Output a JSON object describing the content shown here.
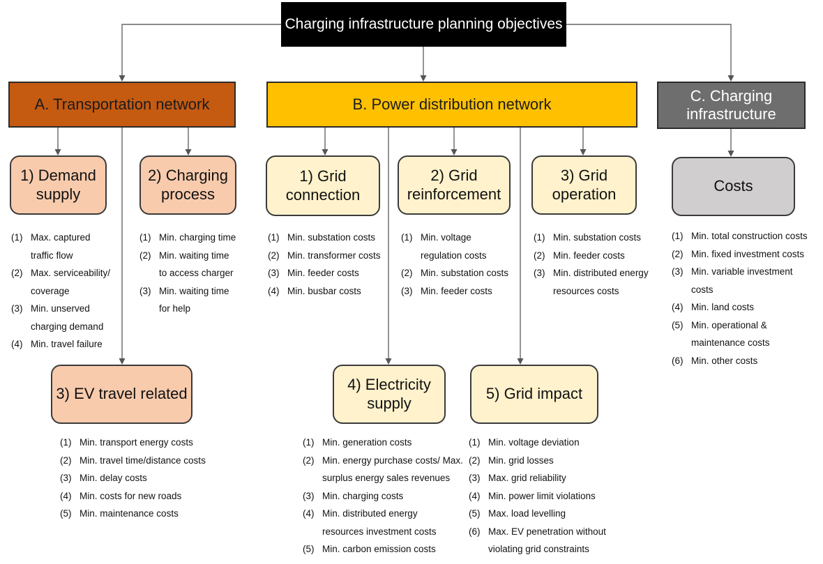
{
  "root": {
    "title": "Charging infrastructure planning objectives"
  },
  "categories": [
    {
      "title": "A. Transportation network",
      "groups": [
        {
          "title": "1) Demand supply",
          "items": [
            {
              "num": "(1)",
              "lines": [
                "Max. captured",
                "traffic flow"
              ]
            },
            {
              "num": "(2)",
              "lines": [
                "Max. serviceability/",
                "coverage"
              ]
            },
            {
              "num": "(3)",
              "lines": [
                "Min. unserved",
                "charging demand"
              ]
            },
            {
              "num": "(4)",
              "lines": [
                "Min. travel failure"
              ]
            }
          ]
        },
        {
          "title": "2) Charging process",
          "items": [
            {
              "num": "(1)",
              "lines": [
                "Min. charging time"
              ]
            },
            {
              "num": "(2)",
              "lines": [
                "Min. waiting time",
                "to access charger"
              ]
            },
            {
              "num": "(3)",
              "lines": [
                "Min. waiting time",
                "for help"
              ]
            }
          ]
        },
        {
          "title": "3) EV travel related",
          "items": [
            {
              "num": "(1)",
              "lines": [
                "Min. transport energy costs"
              ]
            },
            {
              "num": "(2)",
              "lines": [
                "Min. travel time/distance costs"
              ]
            },
            {
              "num": "(3)",
              "lines": [
                "Min. delay costs"
              ]
            },
            {
              "num": "(4)",
              "lines": [
                "Min. costs for new roads"
              ]
            },
            {
              "num": "(5)",
              "lines": [
                "Min. maintenance costs"
              ]
            }
          ]
        }
      ]
    },
    {
      "title": "B. Power distribution network",
      "groups": [
        {
          "title": "1) Grid connection",
          "items": [
            {
              "num": "(1)",
              "lines": [
                "Min. substation costs"
              ]
            },
            {
              "num": "(2)",
              "lines": [
                "Min. transformer costs"
              ]
            },
            {
              "num": "(3)",
              "lines": [
                "Min. feeder  costs"
              ]
            },
            {
              "num": "(4)",
              "lines": [
                "Min. busbar costs"
              ]
            }
          ]
        },
        {
          "title": "2) Grid reinforcement",
          "items": [
            {
              "num": "(1)",
              "lines": [
                "Min. voltage",
                "regulation costs"
              ]
            },
            {
              "num": "(2)",
              "lines": [
                "Min. substation costs"
              ]
            },
            {
              "num": "(3)",
              "lines": [
                "Min. feeder costs"
              ]
            }
          ]
        },
        {
          "title": "3) Grid operation",
          "items": [
            {
              "num": "(1)",
              "lines": [
                "Min. substation costs"
              ]
            },
            {
              "num": "(2)",
              "lines": [
                "Min. feeder costs"
              ]
            },
            {
              "num": "(3)",
              "lines": [
                "Min. distributed energy",
                "resources costs"
              ]
            }
          ]
        },
        {
          "title": "4) Electricity supply",
          "items": [
            {
              "num": "(1)",
              "lines": [
                "Min. generation costs"
              ]
            },
            {
              "num": "(2)",
              "lines": [
                "Min. energy purchase costs/ Max.",
                "surplus energy sales revenues"
              ]
            },
            {
              "num": "(3)",
              "lines": [
                "Min. charging costs"
              ]
            },
            {
              "num": "(4)",
              "lines": [
                "Min. distributed energy",
                "resources investment costs"
              ]
            },
            {
              "num": "(5)",
              "lines": [
                "Min. carbon emission costs"
              ]
            }
          ]
        },
        {
          "title": "5) Grid impact",
          "items": [
            {
              "num": "(1)",
              "lines": [
                "Min. voltage deviation"
              ]
            },
            {
              "num": "(2)",
              "lines": [
                "Min. grid losses"
              ]
            },
            {
              "num": "(3)",
              "lines": [
                "Max. grid reliability"
              ]
            },
            {
              "num": "(4)",
              "lines": [
                "Min. power limit violations"
              ]
            },
            {
              "num": "(5)",
              "lines": [
                "Max. load levelling"
              ]
            },
            {
              "num": "(6)",
              "lines": [
                "Max. EV penetration without",
                "violating grid constraints"
              ]
            }
          ]
        }
      ]
    },
    {
      "title": "C. Charging infrastructure",
      "groups": [
        {
          "title": "Costs",
          "items": [
            {
              "num": "(1)",
              "lines": [
                "Min. total construction costs"
              ]
            },
            {
              "num": "(2)",
              "lines": [
                "Min. fixed investment costs"
              ]
            },
            {
              "num": "(3)",
              "lines": [
                "Min. variable investment",
                "costs"
              ]
            },
            {
              "num": "(4)",
              "lines": [
                "Min. land costs"
              ]
            },
            {
              "num": "(5)",
              "lines": [
                "Min. operational &",
                "maintenance costs"
              ]
            },
            {
              "num": "(6)",
              "lines": [
                "Min. other costs"
              ]
            }
          ]
        }
      ]
    }
  ]
}
